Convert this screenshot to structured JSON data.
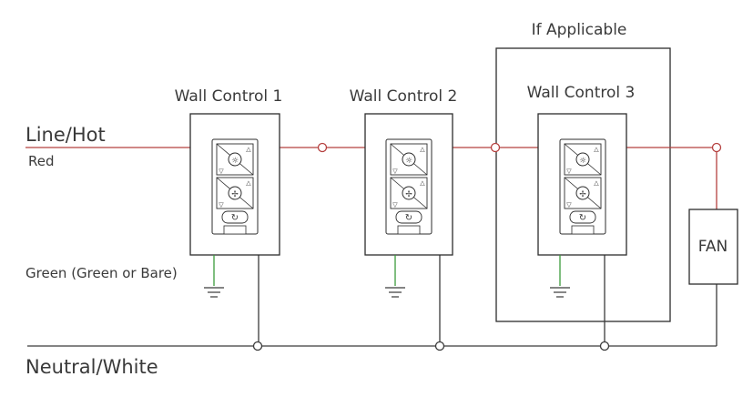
{
  "labels": {
    "line_hot": "Line/Hot",
    "red": "Red",
    "green": "Green (Green or Bare)",
    "neutral": "Neutral/White",
    "if_applicable": "If Applicable",
    "fan": "FAN"
  },
  "controls": [
    {
      "title": "Wall Control 1"
    },
    {
      "title": "Wall Control 2"
    },
    {
      "title": "Wall Control 3"
    }
  ],
  "colors": {
    "hot_wire": "#b5403f",
    "ground_wire": "#3c9a3c",
    "neutral_wire": "#3a3a3a",
    "outline": "#2d2d2d",
    "text": "#3a3a3a"
  },
  "icons": {
    "light_button": "lightbulb-icon",
    "fan_button": "fan-icon",
    "power_button": "power-cycle-icon",
    "ground": "ground-symbol-icon"
  }
}
